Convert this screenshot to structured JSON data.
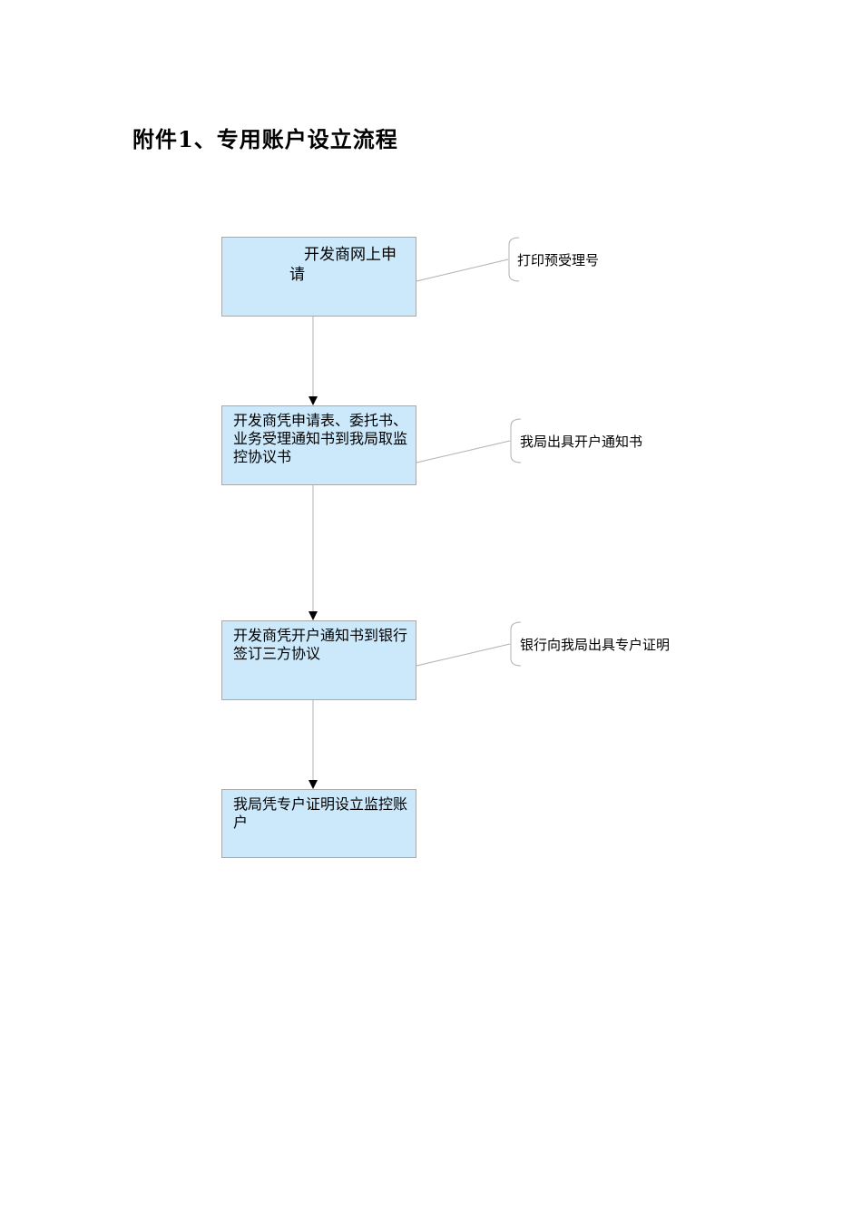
{
  "page_title": "附件1、专用账户设立流程",
  "steps": [
    {
      "text": "开发商网上申请"
    },
    {
      "text": "开发商凭申请表、委托书、业务受理通知书到我局取监控协议书"
    },
    {
      "text": "开发商凭开户通知书到银行签订三方协议"
    },
    {
      "text": "我局凭专户证明设立监控账户"
    }
  ],
  "notes": [
    {
      "text": "打印预受理号"
    },
    {
      "text": "我局出具开户通知书"
    },
    {
      "text": "银行向我局出具专户证明"
    }
  ],
  "colors": {
    "box_fill": "#cce9fb",
    "box_border": "#a9a9a9",
    "connector": "#b0b0b0",
    "arrow": "#000000"
  }
}
